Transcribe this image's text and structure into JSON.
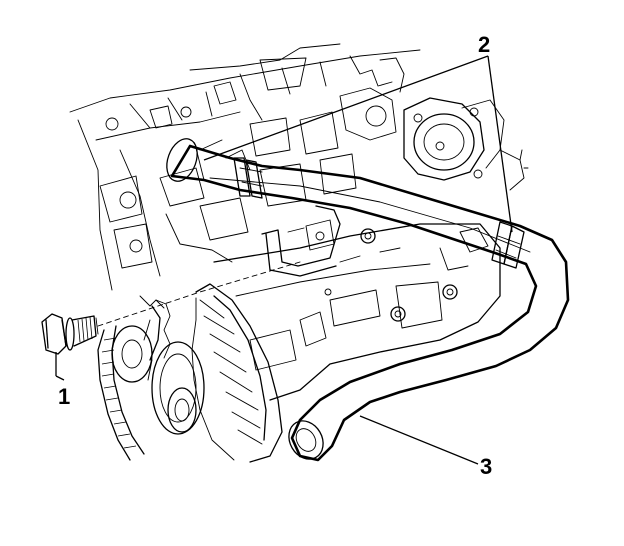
{
  "callouts": {
    "bolt": "1",
    "hose_clamp": "2",
    "hose": "3"
  },
  "colors": {
    "ink": "#000000",
    "paper": "#ffffff"
  }
}
